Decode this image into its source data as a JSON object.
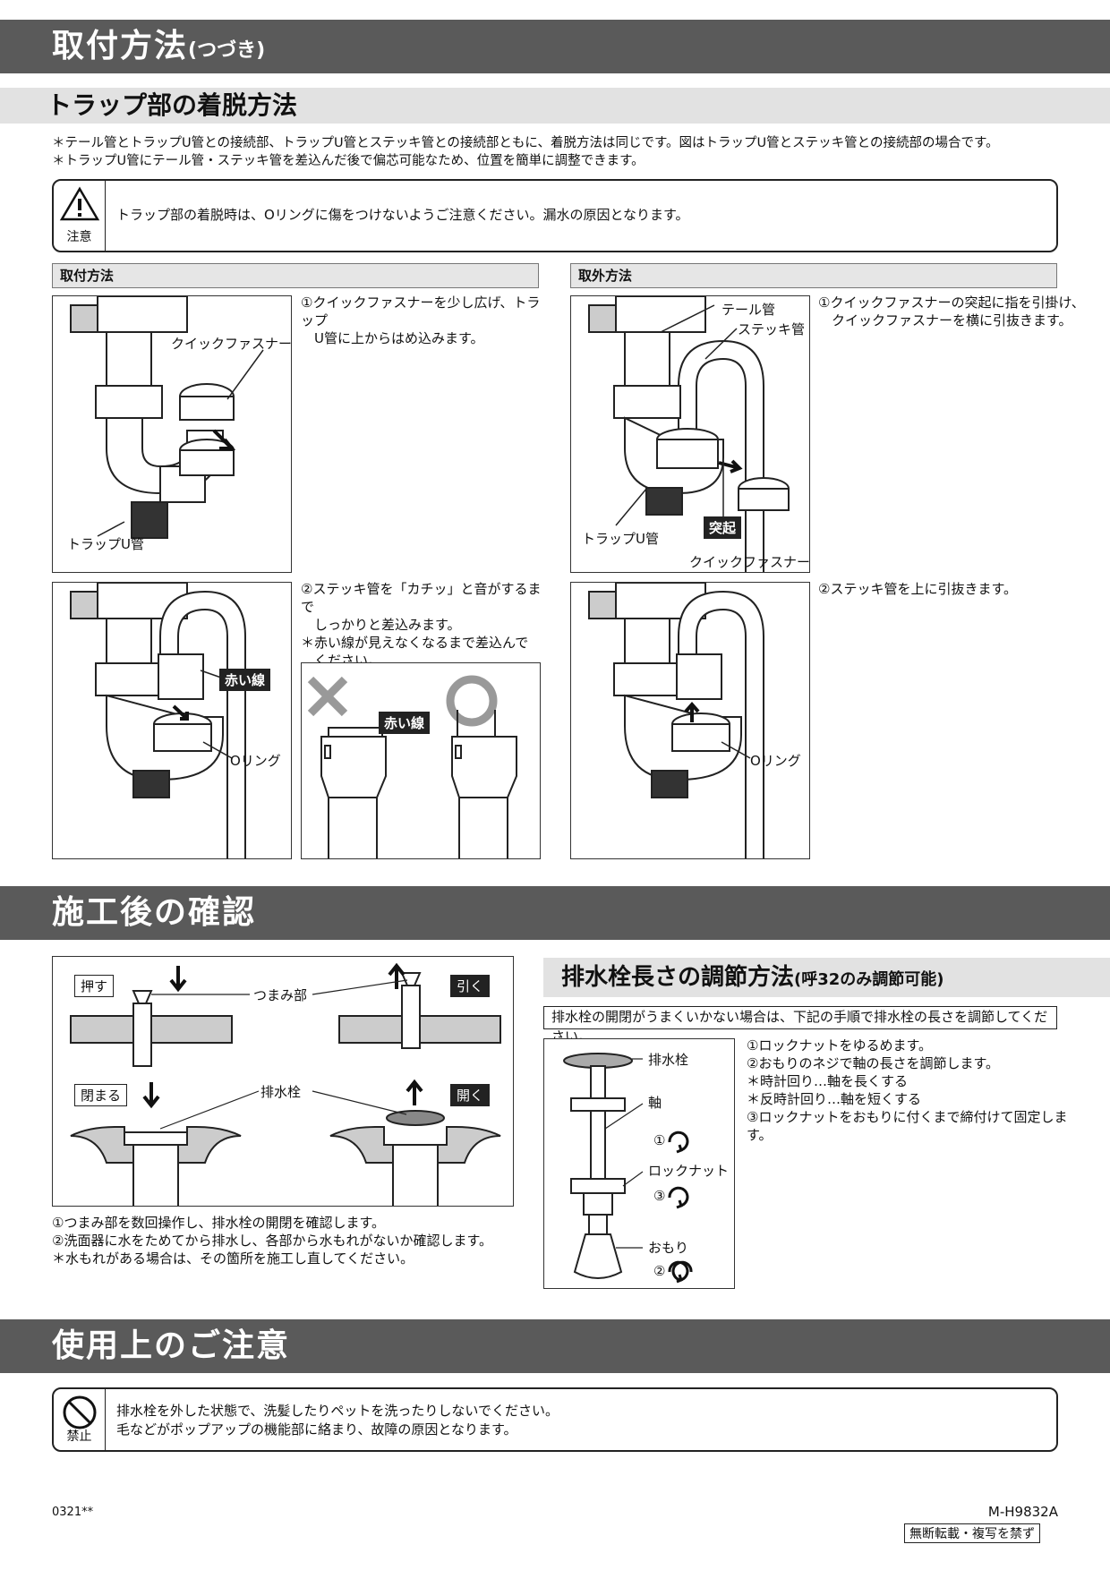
{
  "header": {
    "title": "取付方法",
    "title_suffix": "(つづき)"
  },
  "trap_section": {
    "title": "トラップ部の着脱方法",
    "notes": [
      "＊テール管とトラップU管との接続部、トラップU管とステッキ管との接続部ともに、着脱方法は同じです。図はトラップU管とステッキ管との接続部の場合です。",
      "＊トラップU管にテール管・ステッキ管を差込んだ後で偏芯可能なため、位置を簡単に調整できます。"
    ],
    "caution": {
      "label": "注意",
      "text": "トラップ部の着脱時は、Oリングに傷をつけないようご注意ください。漏水の原因となります。"
    },
    "install": {
      "heading": "取付方法",
      "step1": [
        "①クイックファスナーを少し広げ、トラップ",
        "　U管に上からはめ込みます。"
      ],
      "step2": [
        "②ステッキ管を「カチッ」と音がするまで",
        "　しっかりと差込みます。",
        "＊赤い線が見えなくなるまで差込んで",
        "　ください。"
      ],
      "fig1_labels": {
        "quick": "クイックファスナー",
        "trap": "トラップU管"
      },
      "fig2_labels": {
        "red": "赤い線",
        "oring": "Oリング"
      },
      "fig3_labels": {
        "red": "赤い線"
      }
    },
    "remove": {
      "heading": "取外方法",
      "step1": [
        "①クイックファスナーの突起に指を引掛け、",
        "　クイックファスナーを横に引抜きます。"
      ],
      "step2": [
        "②ステッキ管を上に引抜きます。"
      ],
      "fig1_labels": {
        "tail": "テール管",
        "stick": "ステッキ管",
        "trap": "トラップU管",
        "bump": "突起",
        "quick": "クイックファスナー"
      },
      "fig2_labels": {
        "oring": "Oリング"
      }
    }
  },
  "check_section": {
    "title": "施工後の確認",
    "fig_labels": {
      "push": "押す",
      "pull": "引く",
      "knob": "つまみ部",
      "close": "閉まる",
      "open": "開く",
      "plug": "排水栓"
    },
    "steps": [
      "①つまみ部を数回操作し、排水栓の開閉を確認します。",
      "②洗面器に水をためてから排水し、各部から水もれがないか確認します。",
      "＊水もれがある場合は、その箇所を施工し直してください。"
    ]
  },
  "adjust_section": {
    "title": "排水栓長さの調節方法",
    "title_suffix": "(呼32のみ調節可能)",
    "intro": "排水栓の開閉がうまくいかない場合は、下記の手順で排水栓の長さを調節してください。",
    "fig_labels": {
      "plug": "排水栓",
      "shaft": "軸",
      "n1": "①",
      "locknut": "ロックナット",
      "n3": "③",
      "weight": "おもり",
      "n2": "②"
    },
    "steps": [
      "①ロックナットをゆるめます。",
      "②おもりのネジで軸の長さを調節します。",
      "＊時計回り…軸を長くする",
      "＊反時計回り…軸を短くする",
      "③ロックナットをおもりに付くまで締付けて固定します。"
    ]
  },
  "usage_section": {
    "title": "使用上のご注意",
    "prohibit": {
      "label": "禁止",
      "lines": [
        "排水栓を外した状態で、洗髪したりペットを洗ったりしないでください。",
        "毛などがポップアップの機能部に絡まり、故障の原因となります。"
      ]
    }
  },
  "footer": {
    "code_left": "0321**",
    "model": "M-H9832A",
    "copyright": "無断転載・複写を禁ず"
  }
}
